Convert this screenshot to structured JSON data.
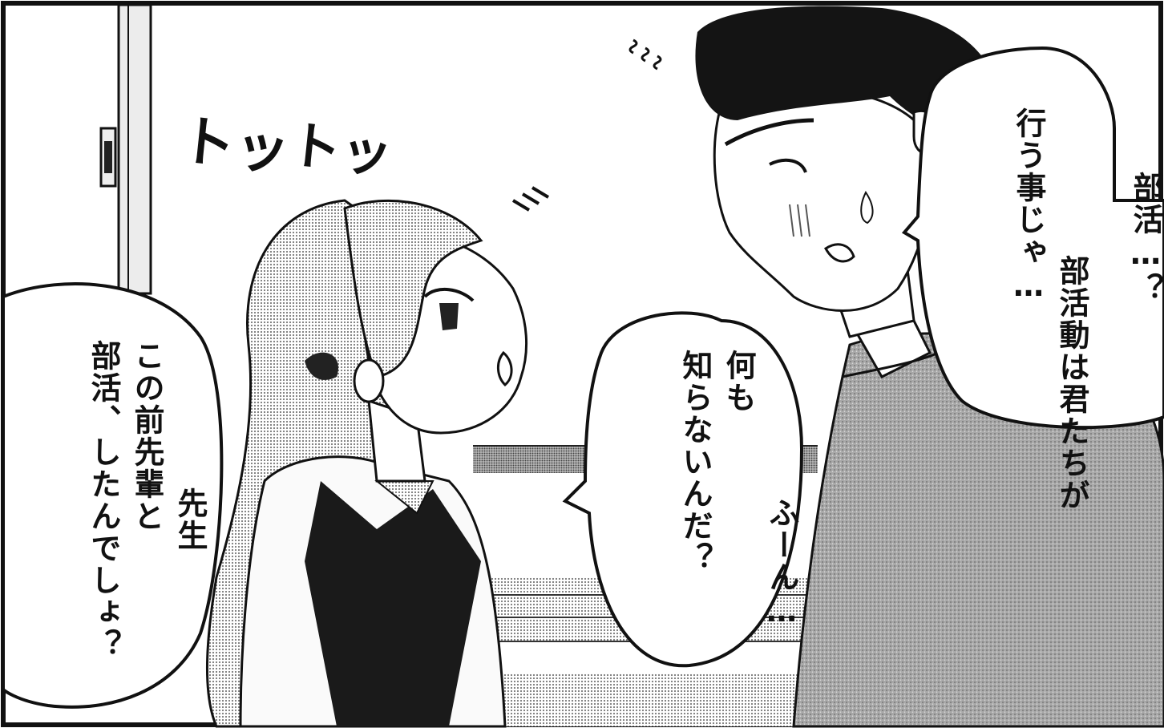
{
  "colors": {
    "ink": "#111111",
    "paper": "#ffffff",
    "tone_light": "#c9c9c9",
    "tone_mid": "#9a9a9a",
    "tone_dark": "#5a5a5a"
  },
  "sfx": {
    "footsteps_1": "トッ",
    "footsteps_2": "トッ"
  },
  "bubbles": {
    "girl_left": {
      "lines": [
        "先生",
        "この前先輩と",
        "部活、したんでしょ？"
      ]
    },
    "girl_center": {
      "lines": [
        "ふーん…",
        "何も",
        "知らないんだ？"
      ]
    },
    "teacher_right_top": {
      "lines": [
        "部活…？"
      ]
    },
    "teacher_right": {
      "lines": [
        "部活動は君たちが",
        "行う事じゃ…"
      ]
    }
  }
}
